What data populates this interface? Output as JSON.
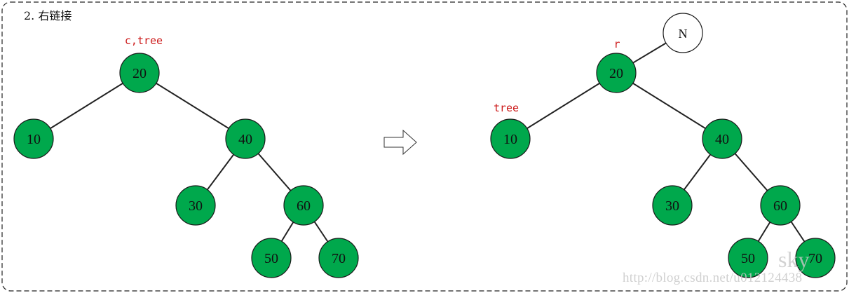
{
  "title": "2. 右链接",
  "colors": {
    "node_fill": "#00a84c",
    "node_stroke": "#1a1a1a",
    "label_red": "#cc1a1a",
    "edge": "#222222"
  },
  "before": {
    "nodes": [
      {
        "id": "n20",
        "label": "20"
      },
      {
        "id": "n10",
        "label": "10"
      },
      {
        "id": "n40",
        "label": "40"
      },
      {
        "id": "n30",
        "label": "30"
      },
      {
        "id": "n60",
        "label": "60"
      },
      {
        "id": "n50",
        "label": "50"
      },
      {
        "id": "n70",
        "label": "70"
      }
    ],
    "edges": [
      [
        "n20",
        "n10"
      ],
      [
        "n20",
        "n40"
      ],
      [
        "n40",
        "n30"
      ],
      [
        "n40",
        "n60"
      ],
      [
        "n60",
        "n50"
      ],
      [
        "n60",
        "n70"
      ]
    ],
    "pointers": [
      {
        "target": "n20",
        "text": "c,tree"
      }
    ]
  },
  "after": {
    "nodes": [
      {
        "id": "N",
        "label": "N",
        "empty": true
      },
      {
        "id": "n20",
        "label": "20"
      },
      {
        "id": "n10",
        "label": "10"
      },
      {
        "id": "n40",
        "label": "40"
      },
      {
        "id": "n30",
        "label": "30"
      },
      {
        "id": "n60",
        "label": "60"
      },
      {
        "id": "n50",
        "label": "50"
      },
      {
        "id": "n70",
        "label": "70"
      }
    ],
    "edges": [
      [
        "N",
        "n20"
      ],
      [
        "n20",
        "n10"
      ],
      [
        "n20",
        "n40"
      ],
      [
        "n40",
        "n30"
      ],
      [
        "n40",
        "n60"
      ],
      [
        "n60",
        "n50"
      ],
      [
        "n60",
        "n70"
      ]
    ],
    "pointers": [
      {
        "target": "n20",
        "text": "r"
      },
      {
        "target": "n10",
        "text": "tree"
      }
    ]
  },
  "watermark": {
    "name": "sky",
    "url": "http://blog.csdn.net/u012124438"
  }
}
